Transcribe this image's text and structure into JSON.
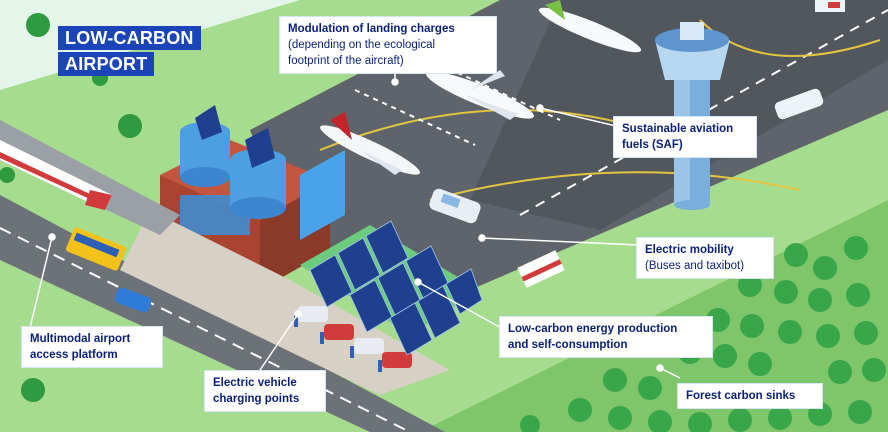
{
  "title": {
    "line1": "LOW-CARBON",
    "line2": "AIRPORT"
  },
  "labels": {
    "landing_charges": {
      "title": "Modulation of landing charges",
      "detail_1": "(depending on the ecological",
      "detail_2": "footprint of the aircraft)"
    },
    "saf": {
      "line1": "Sustainable aviation",
      "line2": "fuels (SAF)"
    },
    "electric_mobility": {
      "title": "Electric mobility",
      "detail": "(Buses and taxibot)"
    },
    "energy": {
      "line1": "Low-carbon energy production",
      "line2": "and self-consumption"
    },
    "multimodal": {
      "line1": "Multimodal airport",
      "line2": "access platform"
    },
    "ev_charging": {
      "line1": "Electric vehicle",
      "line2": "charging points"
    },
    "forest": {
      "title": "Forest carbon sinks"
    }
  },
  "colors": {
    "title_bg": "#1a44b8",
    "label_text": "#0a1f78",
    "tarmac": "#5b6068",
    "grass": "#8fd07a",
    "forest": "#2f9a3f",
    "tower": "#9cc4e8"
  }
}
